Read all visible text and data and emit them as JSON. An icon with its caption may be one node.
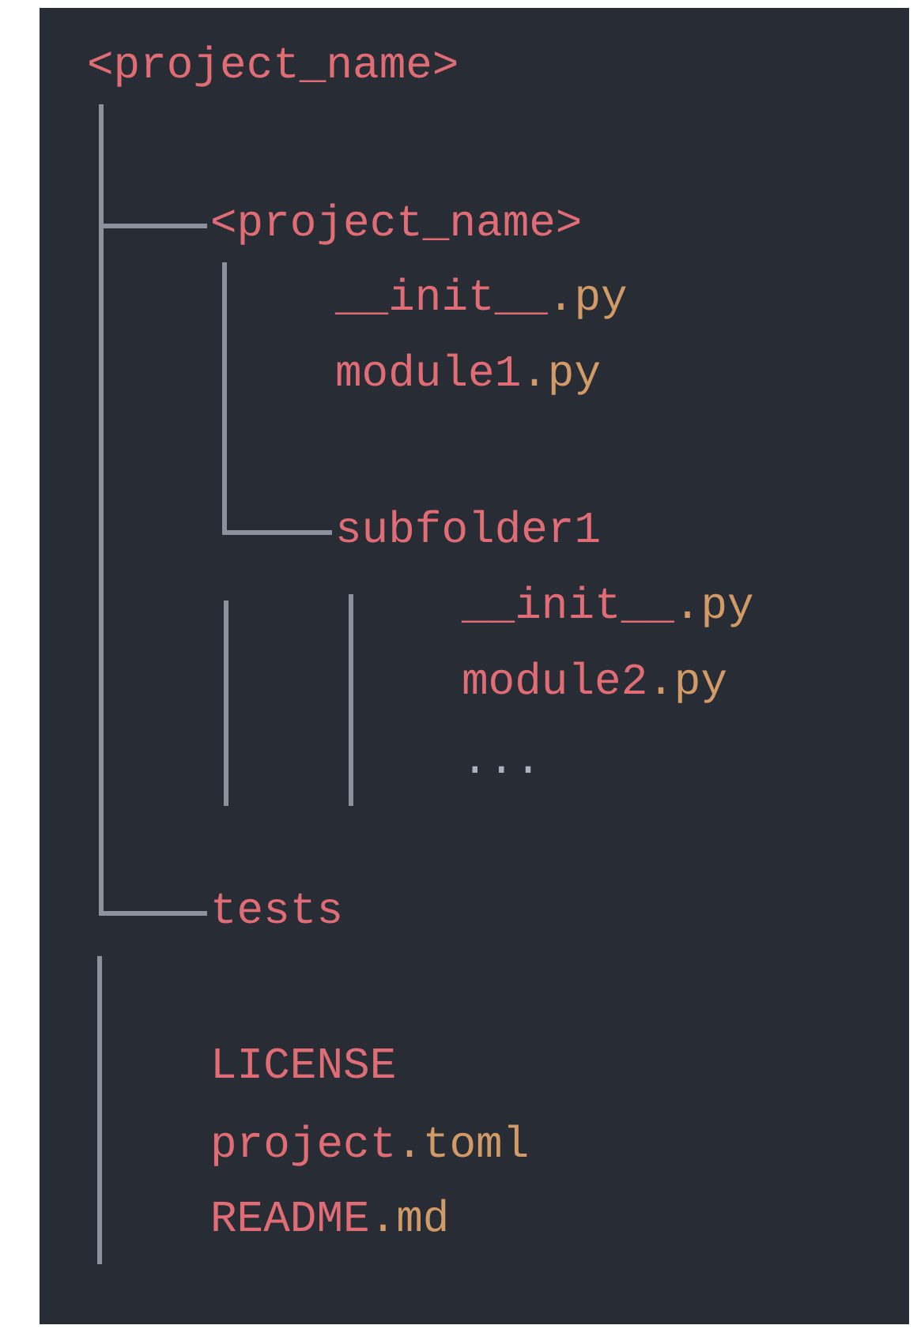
{
  "diagram": {
    "nodes": [
      {
        "text": [
          "<project_name>"
        ]
      },
      {
        "text": [
          "<project_name>"
        ]
      },
      {
        "text": [
          "__init__.py"
        ]
      },
      {
        "text": [
          "module1.py"
        ]
      },
      {
        "text": [
          "subfolder1"
        ]
      },
      {
        "text": [
          "__init__.py"
        ]
      },
      {
        "text": [
          "module2.py"
        ]
      },
      {
        "text": [
          "..."
        ]
      },
      {
        "text": [
          "tests"
        ]
      },
      {
        "text": [
          "LICENSE"
        ]
      },
      {
        "text": [
          "project.toml"
        ]
      },
      {
        "text": [
          "README.md"
        ]
      }
    ],
    "edges": [
      {
        "from": 0,
        "to": 1,
        "arrow": "none"
      },
      {
        "from": 1,
        "to": 4,
        "arrow": "none"
      },
      {
        "from": 0,
        "to": 8,
        "arrow": "none"
      }
    ]
  }
}
